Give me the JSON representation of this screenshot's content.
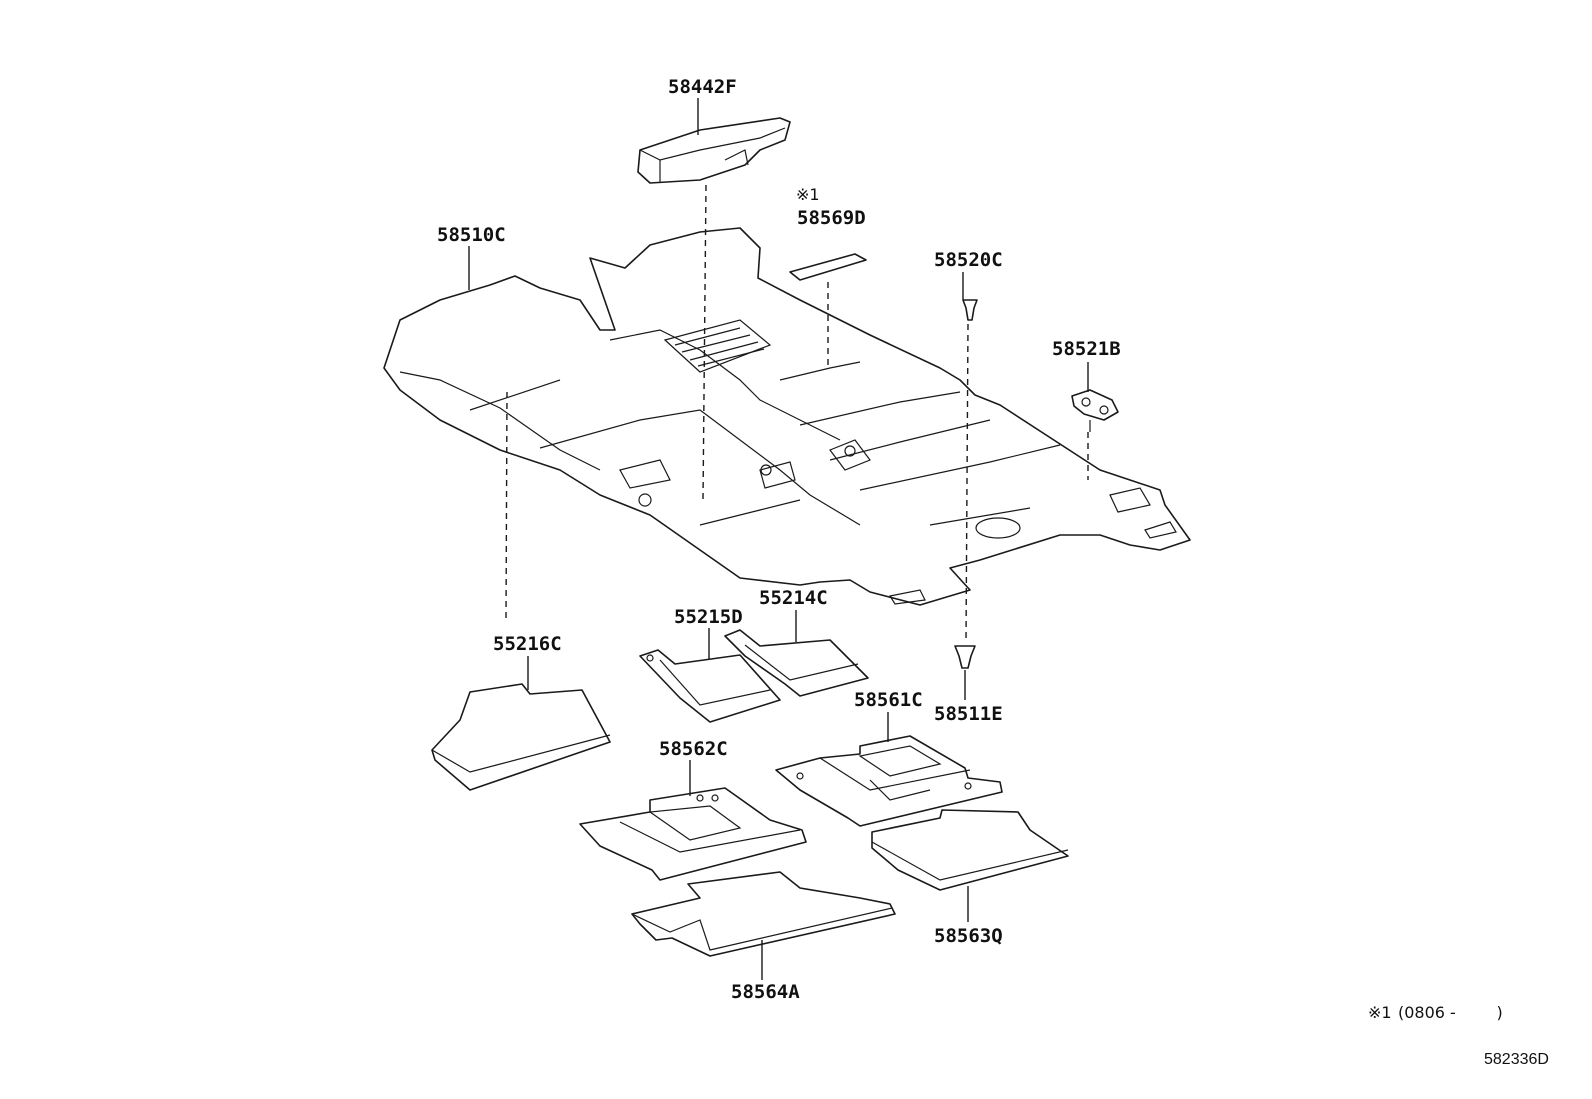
{
  "labels": {
    "p58442F": "58442F",
    "p58510C": "58510C",
    "p58569D": "58569D",
    "p58569D_note": "※1",
    "p58520C": "58520C",
    "p58521B": "58521B",
    "p55215D": "55215D",
    "p55214C": "55214C",
    "p55216C": "55216C",
    "p58511E": "58511E",
    "p58561C": "58561C",
    "p58562C": "58562C",
    "p58563Q": "58563Q",
    "p58564A": "58564A"
  },
  "footnote": {
    "mark": "※1",
    "text": "(0806 -        )"
  },
  "diagram_code": "582336D"
}
